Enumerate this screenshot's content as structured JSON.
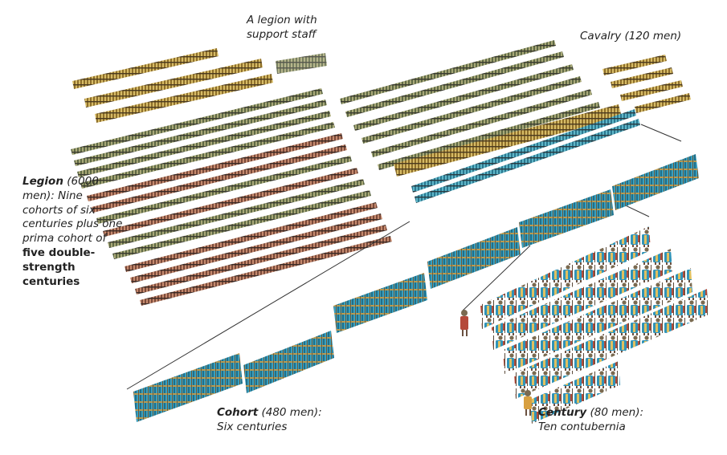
{
  "labels": {
    "support": "A legion with support staff",
    "cavalry": "Cavalry (120 men)",
    "legion_title": "Legion",
    "legion_mid": "(6000 men): Nine cohorts of six centuries plus one prima cohort of",
    "legion_bold": "five double-strength centuries",
    "cohort_title": "Cohort",
    "cohort_rest": " (480 men):",
    "cohort_line2": "Six centuries",
    "century_title": "Century",
    "century_rest": " (80 men):",
    "century_line2": "Ten contubernia"
  },
  "colors": {
    "tan": "#c9a94a",
    "olive": "#8c8a55",
    "rust": "#a3624a",
    "teal": "#3a9ab0",
    "shield_blue": "#2f93b8",
    "line": "#333333"
  }
}
